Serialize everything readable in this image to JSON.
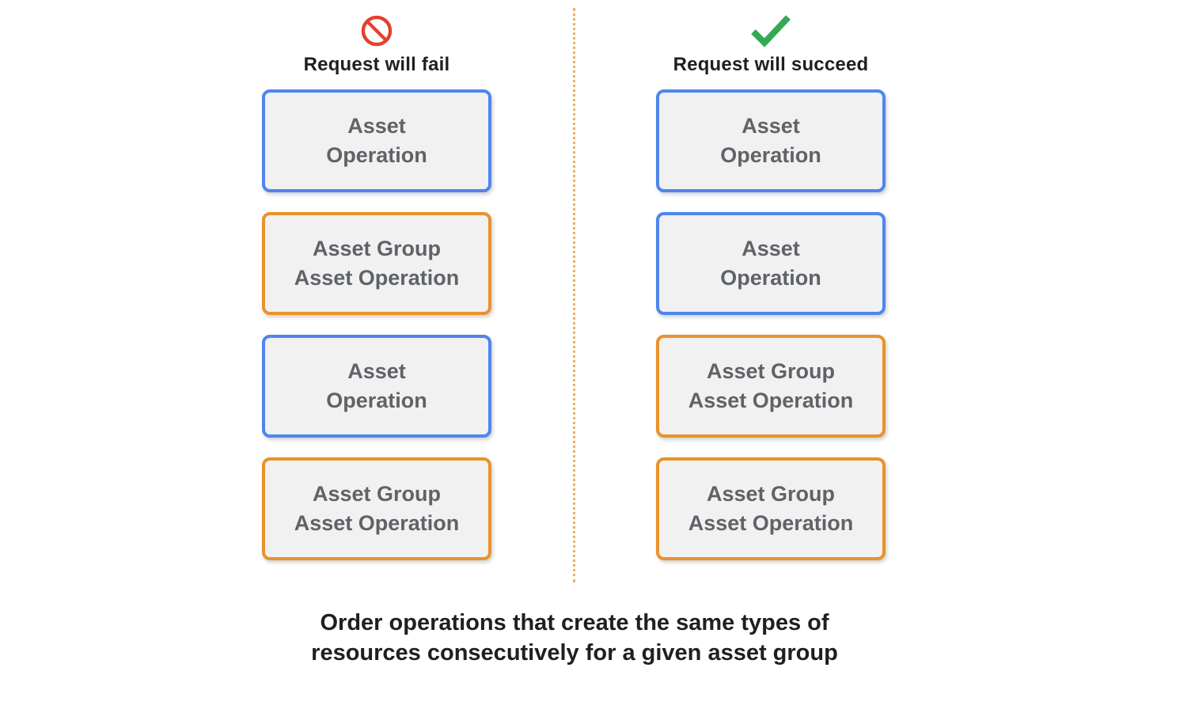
{
  "columns": [
    {
      "icon": "prohibition-icon",
      "label": "Request will fail",
      "boxes": [
        {
          "type": "blue",
          "lines": [
            "Asset",
            "Operation"
          ]
        },
        {
          "type": "orange",
          "lines": [
            "Asset Group",
            "Asset Operation"
          ]
        },
        {
          "type": "blue",
          "lines": [
            "Asset",
            "Operation"
          ]
        },
        {
          "type": "orange",
          "lines": [
            "Asset Group",
            "Asset Operation"
          ]
        }
      ]
    },
    {
      "icon": "checkmark-icon",
      "label": "Request will succeed",
      "boxes": [
        {
          "type": "blue",
          "lines": [
            "Asset",
            "Operation"
          ]
        },
        {
          "type": "blue",
          "lines": [
            "Asset",
            "Operation"
          ]
        },
        {
          "type": "orange",
          "lines": [
            "Asset Group",
            "Asset Operation"
          ]
        },
        {
          "type": "orange",
          "lines": [
            "Asset Group",
            "Asset Operation"
          ]
        }
      ]
    }
  ],
  "caption": {
    "lines": [
      "Order operations that create the same types of",
      "resources consecutively for a given asset group"
    ]
  },
  "colors": {
    "blue_border": "#4e86ec",
    "orange_border": "#e8932c",
    "fail_red": "#e3402f",
    "success_green": "#34a853",
    "box_background": "#f1f1f1",
    "box_text": "#5f6368",
    "heading_text": "#1f1f1f",
    "divider_orange": "#efaf5f"
  }
}
